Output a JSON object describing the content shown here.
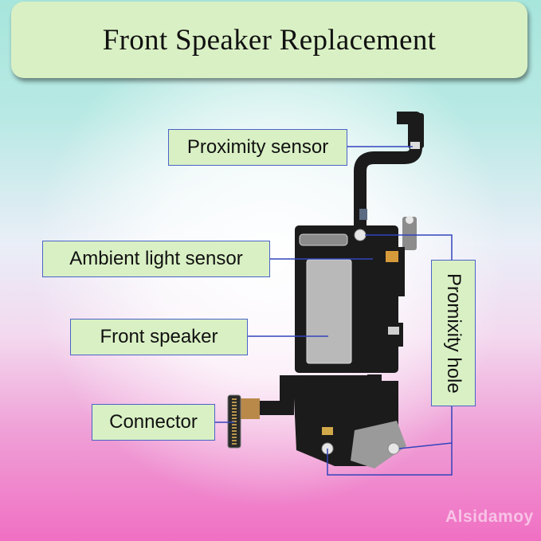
{
  "title": "Front Speaker Replacement",
  "labels": {
    "proximity_sensor": "Proximity sensor",
    "ambient_light_sensor": "Ambient light sensor",
    "front_speaker": "Front speaker",
    "connector": "Connector",
    "promixity_hole": "Promixity hole"
  },
  "watermark": "Alsidamoy",
  "colors": {
    "label_fill": "#d9f0c4",
    "leader_line": "#3344bb",
    "part_body": "#1b1b1b",
    "speaker_mesh": "#b9b9b9"
  }
}
